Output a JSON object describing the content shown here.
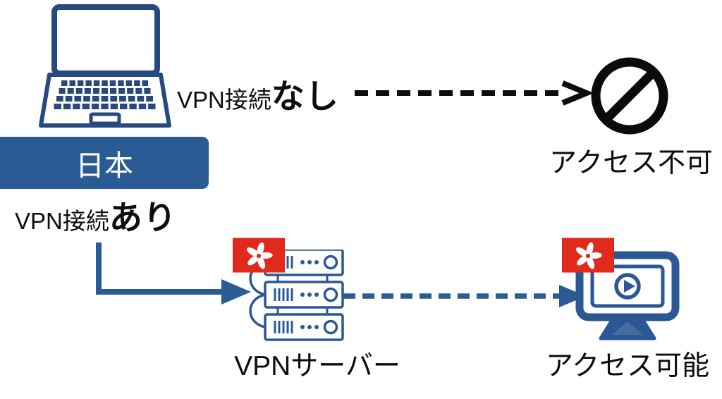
{
  "diagram": {
    "source": {
      "country_label": "日本"
    },
    "no_vpn_path": {
      "label_prefix": "VPN接続",
      "label_emphasis": "なし",
      "result_label": "アクセス不可"
    },
    "vpn_path": {
      "label_prefix": "VPN接続",
      "label_emphasis": "あり",
      "server_label": "VPNサーバー",
      "result_label": "アクセス可能"
    },
    "icons": {
      "source_device": "laptop-icon",
      "blocked": "prohibition-icon",
      "server_region_flag": "hong-kong-flag-icon",
      "target_region_flag": "hong-kong-flag-icon",
      "server": "server-rack-icon",
      "target": "monitor-play-icon"
    },
    "colors": {
      "primary_blue": "#2A5B94",
      "icon_blue": "#2B5794",
      "stand_inner_blue": "#4A6B9E",
      "flag_red": "#DF2A1D",
      "black": "#0d0d0d",
      "white": "#ffffff"
    }
  }
}
